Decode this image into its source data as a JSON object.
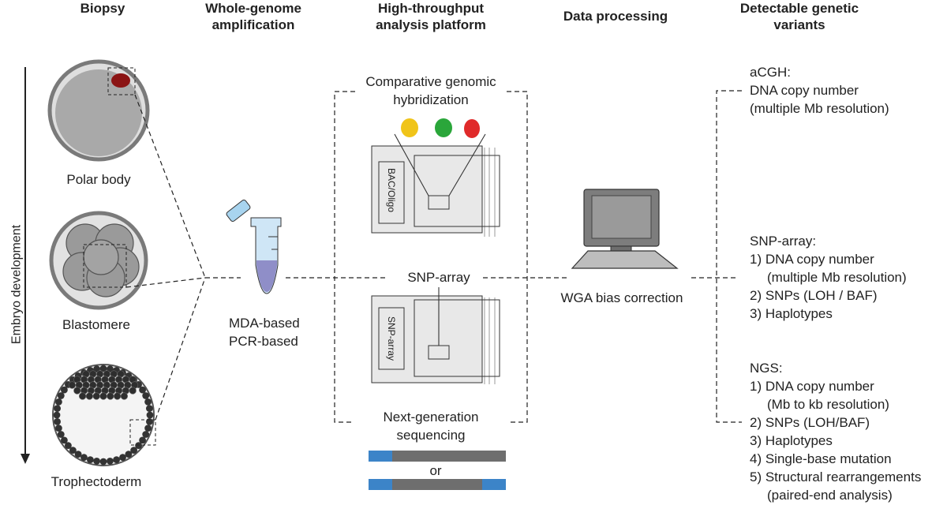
{
  "headers": {
    "biopsy": "Biopsy",
    "wga_line1": "Whole-genome",
    "wga_line2": "amplification",
    "platform_line1": "High-throughput",
    "platform_line2": "analysis platform",
    "processing": "Data processing",
    "variants_line1": "Detectable genetic",
    "variants_line2": "variants"
  },
  "axis_label": "Embryo development",
  "biopsy": {
    "polar_body": "Polar body",
    "blastomere": "Blastomere",
    "trophectoderm": "Trophectoderm"
  },
  "wga": {
    "method1": "MDA-based",
    "method2": "PCR-based"
  },
  "platform": {
    "cgh_line1": "Comparative genomic",
    "cgh_line2": "hybridization",
    "cgh_chip": "BAC/Oligo",
    "snp_label": "SNP-array",
    "snp_chip": "SNP-array",
    "ngs_line1": "Next-generation",
    "ngs_line2": "sequencing",
    "or": "or",
    "dye_colors": [
      "#f0c419",
      "#2aa63a",
      "#e02a2a"
    ]
  },
  "processing": {
    "label": "WGA bias correction"
  },
  "variants": {
    "acgh": {
      "title": "aCGH:",
      "lines": [
        "DNA copy number",
        "(multiple Mb resolution)"
      ]
    },
    "snp": {
      "title": "SNP-array:",
      "lines": [
        "1) DNA copy number",
        "(multiple Mb resolution)",
        "2) SNPs (LOH / BAF)",
        "3) Haplotypes"
      ]
    },
    "ngs": {
      "title": "NGS:",
      "lines": [
        "1) DNA copy number",
        "(Mb to kb resolution)",
        "2) SNPs (LOH/BAF)",
        "3) Haplotypes",
        "4) Single-base mutation",
        "5) Structural rearrangements",
        "(paired-end analysis)"
      ]
    }
  }
}
